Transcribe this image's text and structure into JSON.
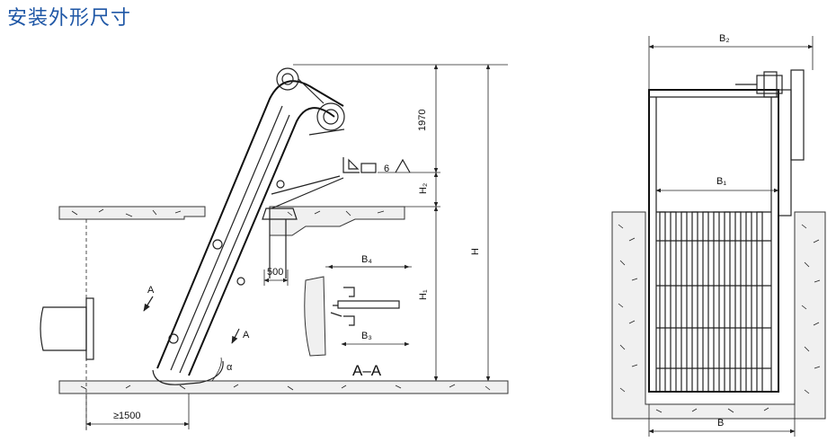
{
  "title": "安装外形尺寸",
  "labels": {
    "h1970": "1970",
    "H2": "H₂",
    "H": "H",
    "H1": "H₁",
    "d500": "500",
    "B4": "B₄",
    "B3": "B₃",
    "six": "6",
    "A_left": "A",
    "A_right": "A",
    "alpha": "α",
    "AA": "A–A",
    "min1500": "≥1500",
    "B2": "B₂",
    "B1": "B₁",
    "B": "B"
  },
  "colors": {
    "title": "#1f57a6",
    "line": "#222222"
  }
}
